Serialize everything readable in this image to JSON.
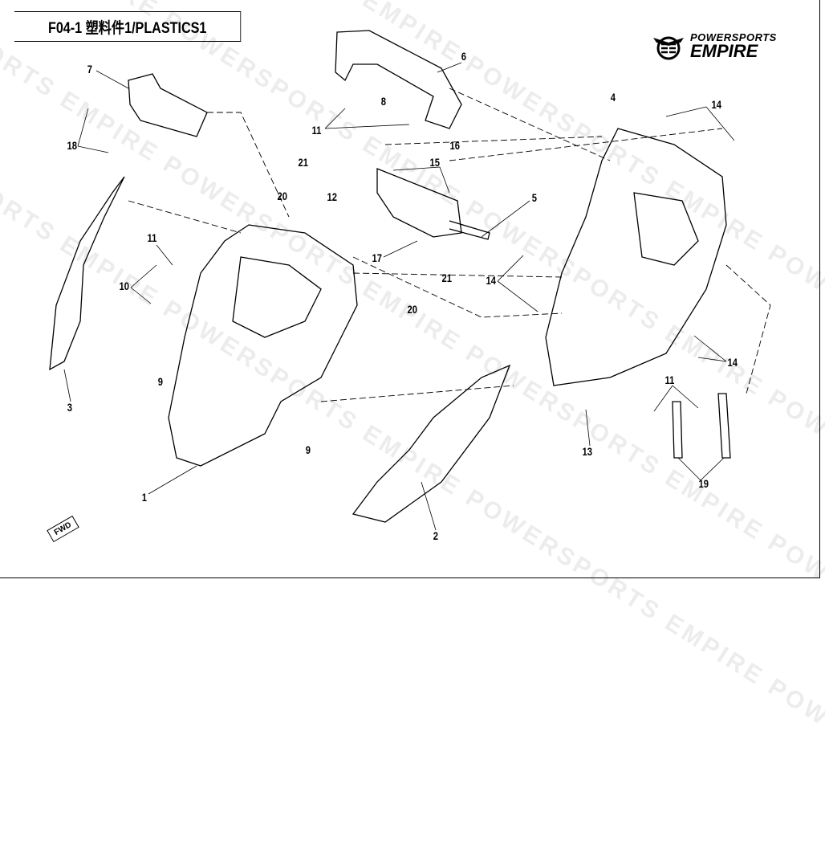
{
  "header": {
    "title": "F04-1  塑料件1/PLASTICS1"
  },
  "logo": {
    "line1": "POWERSPORTS",
    "line2": "EMPIRE"
  },
  "watermark": "POWERSPORTS EMPIRE POWERSPORTS EMPIRE POWERSPORTS EMPIRE POWERSPORTS",
  "fwd_label": "FWD",
  "callouts": [
    "7",
    "6",
    "8",
    "11",
    "4",
    "14",
    "18",
    "16",
    "15",
    "21",
    "5",
    "20",
    "12",
    "11",
    "10",
    "17",
    "21",
    "14",
    "20",
    "9",
    "3",
    "14",
    "11",
    "9",
    "13",
    "19",
    "1",
    "2"
  ]
}
